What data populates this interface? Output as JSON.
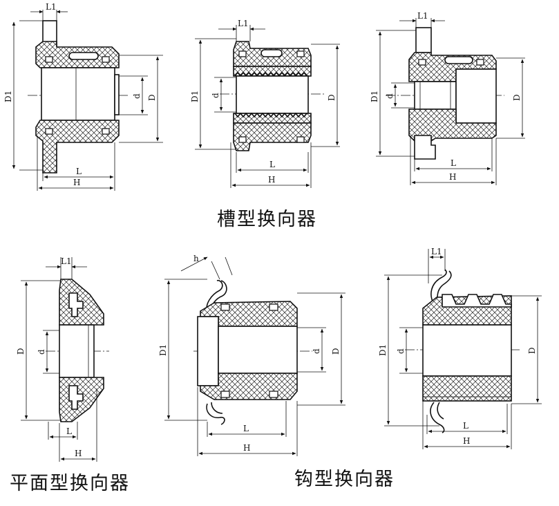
{
  "captions": {
    "groove": "槽型换向器",
    "flat": "平面型换向器",
    "hook": "钩型换向器"
  },
  "dims": {
    "L1": "L1",
    "L": "L",
    "H": "H",
    "D": "D",
    "D1": "D1",
    "d": "d",
    "h": "h"
  }
}
